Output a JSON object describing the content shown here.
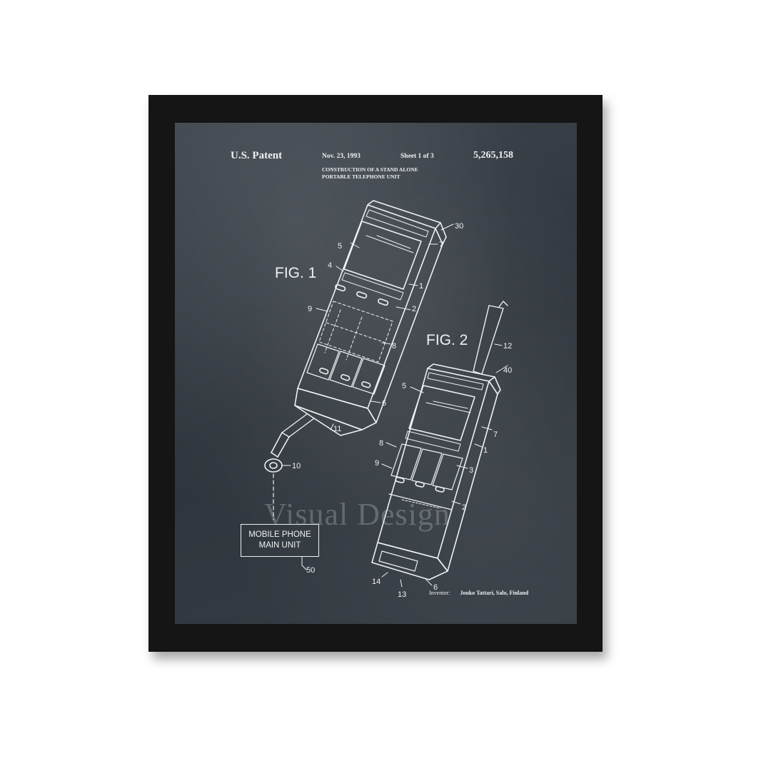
{
  "header": {
    "patent_label": "U.S. Patent",
    "date": "Nov. 23, 1993",
    "sheet": "Sheet 1 of 3",
    "patent_number": "5,265,158",
    "title_line1": "CONSTRUCTION OF A STAND ALONE",
    "title_line2": "PORTABLE TELEPHONE UNIT"
  },
  "figures": {
    "fig1_label": "FIG. 1",
    "fig2_label": "FIG. 2"
  },
  "unit_box": {
    "line1": "MOBILE PHONE",
    "line2": "MAIN UNIT"
  },
  "inventor": {
    "label": "Inventor:",
    "name": "Jouko Tattari, Salo, Finland"
  },
  "watermark": "Visual Design",
  "reference_numerals": {
    "fig1": [
      "30",
      "5",
      "7",
      "4",
      "1",
      "2",
      "9",
      "8",
      "6",
      "11",
      "10",
      "50"
    ],
    "fig2": [
      "12",
      "40",
      "5",
      "7",
      "1",
      "8",
      "9",
      "3",
      "2",
      "14",
      "13",
      "6"
    ]
  },
  "colors": {
    "frame": "#151515",
    "chalkboard": "#363d44",
    "chalk": "#eef1f3"
  }
}
